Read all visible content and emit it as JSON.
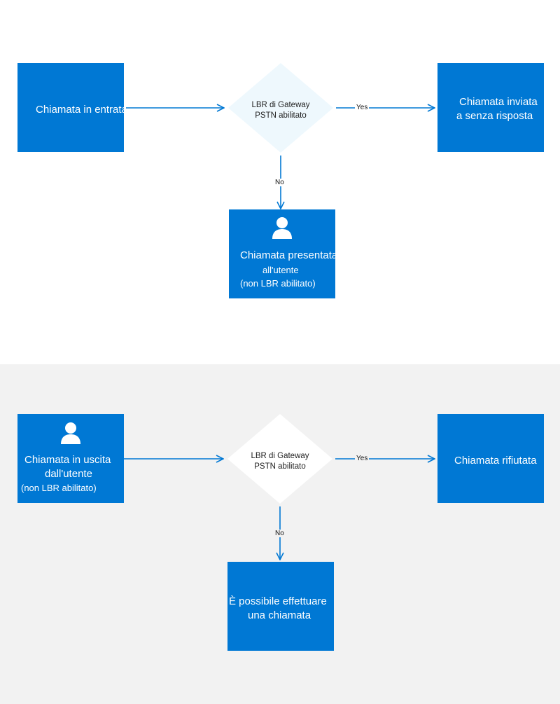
{
  "colors": {
    "box": "#0078d4",
    "diamond": "#eef8fd",
    "arrow": "#0078d4",
    "bottom_background": "#f2f2f2"
  },
  "top": {
    "start": "Chiamata in entrata",
    "decision_line1": "LBR di Gateway",
    "decision_line2": "PSTN abilitato",
    "yes_label": "Yes",
    "no_label": "No",
    "yes_result_line1": "Chiamata inviata",
    "yes_result_line2": "a senza risposta",
    "no_result_line1": "Chiamata presentata",
    "no_result_line2": "all'utente",
    "no_result_line3": "(non LBR abilitato)",
    "no_result_icon": "person-icon"
  },
  "bottom": {
    "start_icon": "person-icon",
    "start_line1": "Chiamata in uscita",
    "start_line2": "dall'utente",
    "start_line3": "(non LBR abilitato)",
    "decision_line1": "LBR di Gateway",
    "decision_line2": "PSTN abilitato",
    "yes_label": "Yes",
    "no_label": "No",
    "yes_result": "Chiamata rifiutata",
    "no_result_line1": "È possibile effettuare",
    "no_result_line2": "una chiamata"
  }
}
